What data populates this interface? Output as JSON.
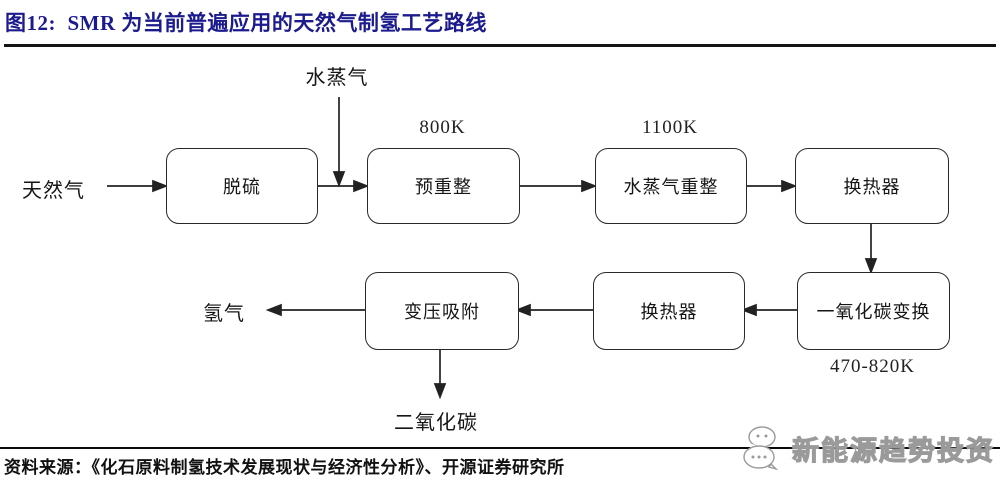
{
  "header": {
    "title": "图12:  SMR 为当前普遍应用的天然气制氢工艺路线"
  },
  "flowchart": {
    "boxes": [
      {
        "label": "脱硫"
      },
      {
        "label": "预重整",
        "temp": "800K"
      },
      {
        "label": "水蒸气重整",
        "temp": "1100K"
      },
      {
        "label": "换热器"
      },
      {
        "label": "一氧化碳变换",
        "temp": "470-820K"
      },
      {
        "label": "换热器"
      },
      {
        "label": "变压吸附"
      }
    ],
    "io_labels": {
      "natural_gas": "天然气",
      "steam": "水蒸气",
      "hydrogen": "氢气",
      "carbon_dioxide": "二氧化碳"
    },
    "accent_colors": {
      "title_navy": "#1b1b8e",
      "line_black": "#141414",
      "watermark_gray": "#9a9a9a"
    }
  },
  "footer": {
    "source": "资料来源：《化石原料制氢技术发展现状与经济性分析》、开源证券研究所",
    "watermark": "新能源趋势投资"
  }
}
